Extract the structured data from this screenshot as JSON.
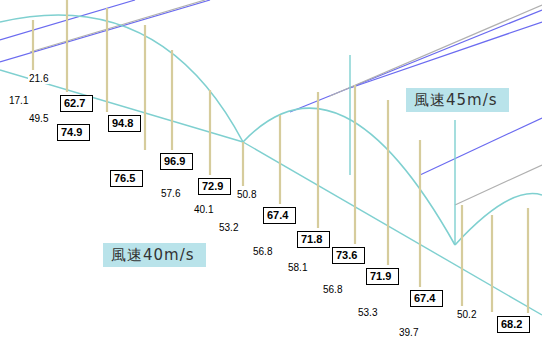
{
  "diagram": {
    "nodes": [
      {
        "text": [
          "62.7"
        ]
      },
      {
        "text": [
          "94.8"
        ]
      },
      {
        "text": [
          "74.9"
        ]
      },
      {
        "text": [
          "風速45m/s"
        ]
      },
      {
        "text": [
          "96.9"
        ]
      },
      {
        "text": [
          "76.5"
        ]
      },
      {
        "text": [
          "72.9"
        ]
      },
      {
        "text": [
          "67.4"
        ]
      },
      {
        "text": [
          "71.8"
        ]
      },
      {
        "text": [
          "73.6"
        ]
      },
      {
        "text": [
          "風速40m/s"
        ]
      },
      {
        "text": [
          "71.9"
        ]
      },
      {
        "text": [
          "67.4"
        ]
      },
      {
        "text": [
          "68.2"
        ]
      }
    ],
    "labels": [
      "21.6",
      "17.1",
      "49.5",
      "57.6",
      "40.1",
      "50.8",
      "53.2",
      "56.8",
      "58.1",
      "56.8",
      "53.3",
      "50.2",
      "39.7"
    ]
  }
}
